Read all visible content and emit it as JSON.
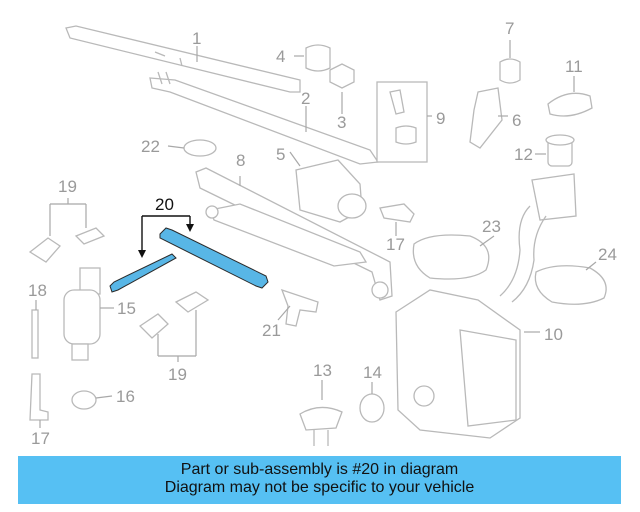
{
  "banner": {
    "line1": "Part or sub-assembly is #20 in diagram",
    "line2": "Diagram may not be specific to your vehicle"
  },
  "callouts": {
    "c1": "1",
    "c2": "2",
    "c3": "3",
    "c4": "4",
    "c5": "5",
    "c6": "6",
    "c7": "7",
    "c8": "8",
    "c9": "9",
    "c10": "10",
    "c11": "11",
    "c12": "12",
    "c13": "13",
    "c14": "14",
    "c15": "15",
    "c16": "16",
    "c17a": "17",
    "c17b": "17",
    "c18": "18",
    "c19a": "19",
    "c19b": "19",
    "c20": "20",
    "c21": "21",
    "c22": "22",
    "c23": "23",
    "c24": "24"
  },
  "colors": {
    "highlight": "#58b6e6",
    "banner": "#56c0f3"
  }
}
